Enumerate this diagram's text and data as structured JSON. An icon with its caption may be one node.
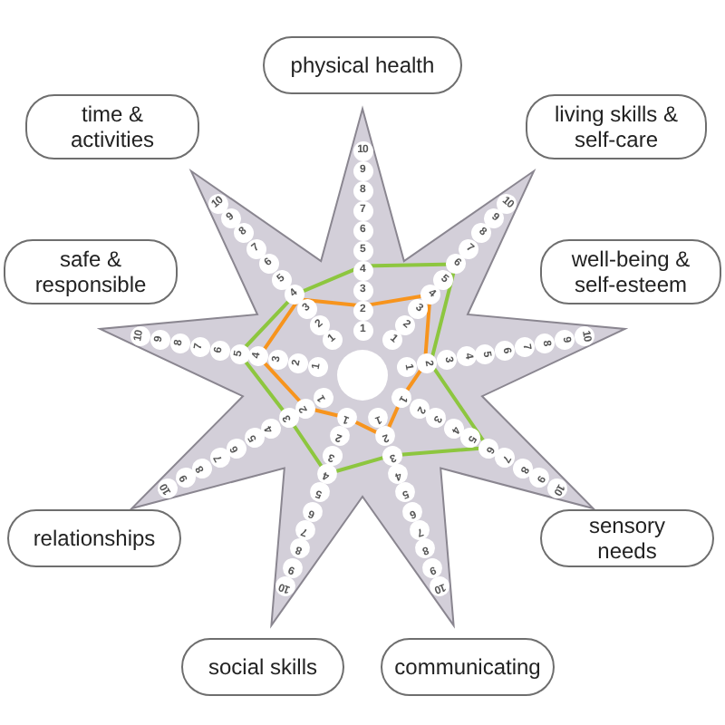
{
  "diagram": {
    "nodes": [
      {
        "text": [
          "physical health"
        ]
      },
      {
        "text": [
          "living skills & self-care"
        ]
      },
      {
        "text": [
          "well-being & self-esteem"
        ]
      },
      {
        "text": [
          "sensory needs"
        ]
      },
      {
        "text": [
          "communicating"
        ]
      },
      {
        "text": [
          "social skills"
        ]
      },
      {
        "text": [
          "relationships"
        ]
      },
      {
        "text": [
          "safe & responsible"
        ]
      },
      {
        "text": [
          "time & activities"
        ]
      }
    ],
    "labels": [
      "1",
      "2",
      "3",
      "4",
      "5",
      "6",
      "7",
      "8",
      "9",
      "10",
      "1",
      "2",
      "3",
      "4",
      "5",
      "6",
      "7",
      "8",
      "9",
      "10",
      "1",
      "2",
      "3",
      "4",
      "5",
      "6",
      "7",
      "8",
      "9",
      "10",
      "1",
      "2",
      "3",
      "4",
      "5",
      "6",
      "7",
      "8",
      "9",
      "10",
      "1",
      "2",
      "3",
      "4",
      "5",
      "6",
      "7",
      "8",
      "9",
      "10",
      "1",
      "2",
      "3",
      "4",
      "5",
      "6",
      "7",
      "8",
      "9",
      "10",
      "1",
      "2",
      "3",
      "4",
      "5",
      "6",
      "7",
      "8",
      "9",
      "10",
      "1",
      "2",
      "3",
      "4",
      "5",
      "6",
      "7",
      "8",
      "9",
      "10",
      "1",
      "2",
      "3",
      "4",
      "5",
      "6",
      "7",
      "8",
      "9",
      "10"
    ]
  }
}
